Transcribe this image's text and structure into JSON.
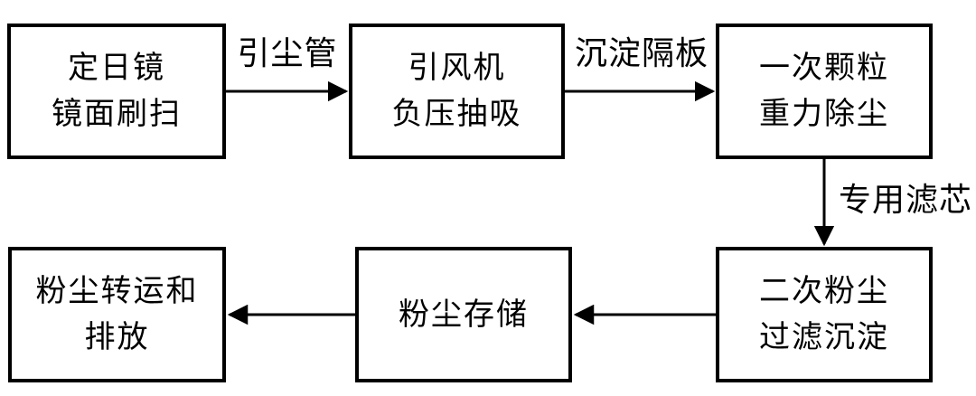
{
  "diagram": {
    "background": "#ffffff",
    "line_color": "#000000",
    "nodes": [
      {
        "id": "heliostat-mirror-brushing",
        "lines": [
          "定日镜",
          "镜面刷扫"
        ]
      },
      {
        "id": "induced-draft-fan-negative-pressure",
        "lines": [
          "引风机",
          "负压抽吸"
        ]
      },
      {
        "id": "primary-particle-gravity-dedusting",
        "lines": [
          "一次颗粒",
          "重力除尘"
        ]
      },
      {
        "id": "secondary-dust-filter-settling",
        "lines": [
          "二次粉尘",
          "过滤沉淀"
        ]
      },
      {
        "id": "dust-storage",
        "lines": [
          "粉尘存储"
        ]
      },
      {
        "id": "dust-transfer-and-discharge",
        "lines": [
          "粉尘转运和",
          "排放"
        ]
      }
    ],
    "edge_labels": [
      {
        "id": "dust-duct",
        "text": "引尘管"
      },
      {
        "id": "settling-baffle",
        "text": "沉淀隔板"
      },
      {
        "id": "special-filter-cartridge",
        "text": "专用滤芯"
      }
    ]
  }
}
